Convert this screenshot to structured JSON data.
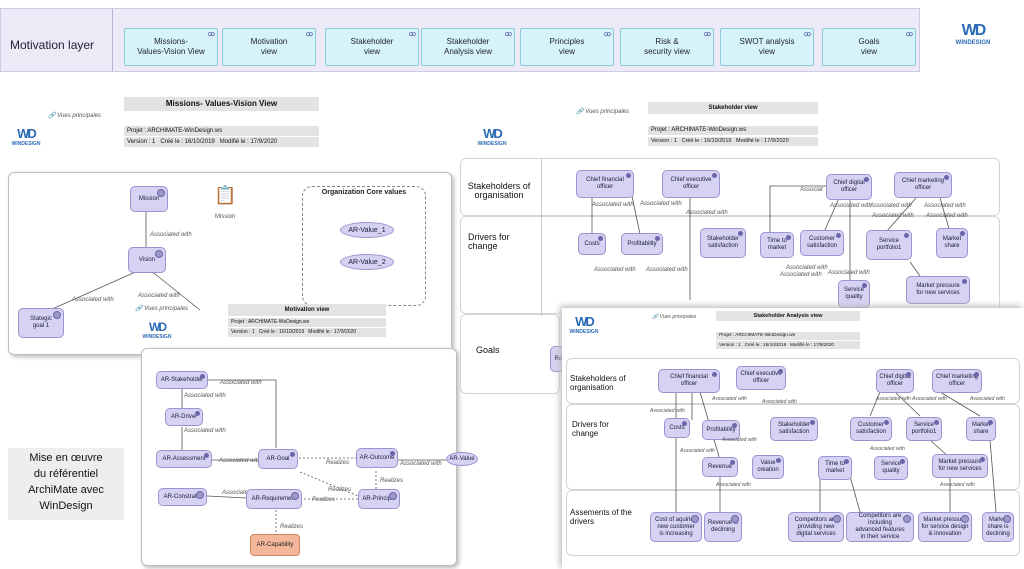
{
  "top": {
    "label": "Motivation layer",
    "tabs": [
      "Missions-\nValues-Vision View",
      "Motivation\nview",
      "Stakeholder\nview",
      "Stakeholder\nAnalysis view",
      "Principles\nview",
      "Risk &\nsecurity view",
      "SWOT analysis\nview",
      "Goals\nview"
    ],
    "tab_icon": "ꝏ"
  },
  "logo": {
    "brand": "WD",
    "tagline": "WINDESIGN"
  },
  "vues": "Vues principales",
  "mvv": {
    "title": "Missions- Values-Vision View",
    "projet": "Projet : ARCHIMATE-WinDesign.ws",
    "version": "Version : 1",
    "cree": "Créé le : 16/10/2019",
    "modif": "Modifié le : 17/9/2020",
    "mission": "Mission",
    "mission_doc": "Mission",
    "vision": "Vision",
    "goal": "Stategic\ngoal 1",
    "assoc": "Associated with",
    "org": "Organization Core values",
    "v1": "AR-Value_1",
    "v2": "AR-Value_2"
  },
  "mot": {
    "title": "Motivation view",
    "projet": "Projet : ARCHIMATE-WeDesign.ws",
    "version": "Version : 1",
    "cree": "Créé le : 16/10/2019",
    "modif": "Modifié le : 17/9/2020",
    "stakeholder": "AR-Stakeholder",
    "driver": "AR-Driver",
    "assessment": "AR-Assessment",
    "goal": "AR-Goal",
    "outcome": "AR-Outcome",
    "value": "AR-Value",
    "constraint": "AR-Constraint",
    "requirement": "AR-Requirement",
    "principle": "AR-Principle",
    "capability": "AR-Capability",
    "assoc": "Associated with",
    "realizes": "Realizes"
  },
  "sh": {
    "title": "Stakeholder view",
    "projet": "Projet : ARCHIMATE-WinDesign.ws",
    "version": "Version : 1",
    "cree": "Créé le : 16/10/2019",
    "modif": "Modifié le : 17/9/2020",
    "row1": "Stakeholders of\norganisation",
    "row2": "Drivers for\nchange",
    "row3": "Goals",
    "n": {
      "cfo": "Chief financial\nofficer",
      "ceo": "Chief executive\nofficer",
      "cdo": "Chief digital\nofficer",
      "cmo": "Chief marketing\nofficer",
      "costs": "Costs",
      "profit": "Profitability",
      "sat": "Stakeholder\nsatisfaction",
      "ttm": "Time to\nmarket",
      "cust": "Customer\nsatisfaction",
      "sp": "Service\nportfolio1",
      "ms": "Market\nshare",
      "sq": "Service\nquality",
      "mp": "Market pressure\nfor new services",
      "red": "Red"
    },
    "assoc": "Associated with",
    "assoc_short": "Associat"
  },
  "sa": {
    "title": "Stakeholder Analysis view",
    "projet": "Projet : ARCHIMATE-WinDesign.ws",
    "version": "Version : 1",
    "cree": "Créé le : 16/10/2019",
    "modif": "Modifié le : 17/9/2020",
    "row1": "Stakeholders of\norganisation",
    "row2": "Drivers for\nchange",
    "row3": "Assements of the\ndrivers",
    "n": {
      "cfo": "Chief financial\nofficer",
      "ceo": "Chief executive\nofficer",
      "cdo": "Chief digital\nofficer",
      "cmo": "Chief marketing\nofficer",
      "costs": "Costs",
      "profit": "Profitability",
      "sat": "Stakeholder\nsatisfaction",
      "cust": "Customer\nsatisfaction",
      "sp": "Service\nportfolio1",
      "ms": "Market\nshare",
      "rev": "Revenue",
      "vc": "Value\ncreation",
      "ttm": "Time to\nmarket",
      "sq": "Service\nquality",
      "mp": "Market pressure\nfor new services",
      "a1": "Cost of aquiring\nnew customer\nis increasing",
      "a2": "Revenue is\ndeclining",
      "a3": "Competitors are\nproviding new\ndigital services",
      "a4": "Competitors are including\nadvanced features\nin their service",
      "a5": "Market pressure\nfor service design\n& innovation",
      "a6": "Market\nshare is\ndeclining"
    },
    "assoc": "Associated with"
  },
  "caption": "Mise en œuvre\ndu référentiel\nArchiMate avec\nWinDesign"
}
